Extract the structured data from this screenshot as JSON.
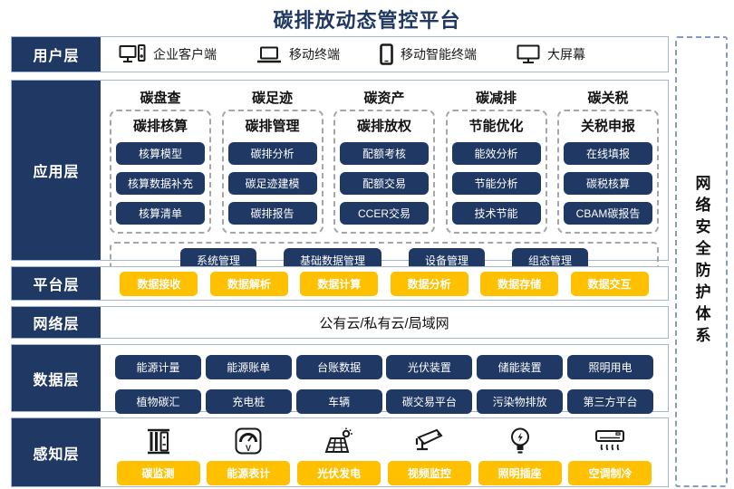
{
  "title": "碳排放动态管控平台",
  "colors": {
    "navy": "#1F3864",
    "yellow": "#FFC000",
    "row_border": "#A3B6D3",
    "dashed_gray": "#A6A6A6",
    "dashed_blue": "#7F9DC9"
  },
  "security_sidebar": {
    "label": "网络安全防护体系"
  },
  "layers": {
    "user": {
      "label": "用户层",
      "items": [
        {
          "icon": "desktop-pc-icon",
          "label": "企业客户端"
        },
        {
          "icon": "laptop-icon",
          "label": "移动终端"
        },
        {
          "icon": "smartphone-icon",
          "label": "移动智能终端"
        },
        {
          "icon": "monitor-icon",
          "label": "大屏幕"
        }
      ]
    },
    "application": {
      "label": "应用层",
      "columns": [
        {
          "header": "碳盘查",
          "subheader": "碳排核算",
          "buttons": [
            "核算模型",
            "核算数据补充",
            "核算清单"
          ]
        },
        {
          "header": "碳足迹",
          "subheader": "碳排管理",
          "buttons": [
            "碳排分析",
            "碳足迹建模",
            "碳排报告"
          ]
        },
        {
          "header": "碳资产",
          "subheader": "碳排放权",
          "buttons": [
            "配额考核",
            "配额交易",
            "CCER交易"
          ]
        },
        {
          "header": "碳减排",
          "subheader": "节能优化",
          "buttons": [
            "能效分析",
            "节能分析",
            "技术节能"
          ]
        },
        {
          "header": "碳关税",
          "subheader": "关税申报",
          "buttons": [
            "在线填报",
            "碳税核算",
            "CBAM碳报告"
          ]
        }
      ],
      "common_buttons": [
        "系统管理",
        "基础数据管理",
        "设备管理",
        "组态管理"
      ]
    },
    "platform": {
      "label": "平台层",
      "buttons": [
        "数据接收",
        "数据解析",
        "数据计算",
        "数据分析",
        "数据存储",
        "数据交互"
      ]
    },
    "network": {
      "label": "网络层",
      "text": "公有云/私有云/局域网"
    },
    "data": {
      "label": "数据层",
      "buttons": [
        "能源计量",
        "能源账单",
        "台账数据",
        "光伏装置",
        "储能装置",
        "照明用电",
        "植物碳汇",
        "充电桩",
        "车辆",
        "碳交易平台",
        "污染物排放",
        "第三方平台"
      ]
    },
    "perception": {
      "label": "感知层",
      "items": [
        {
          "icon": "carbon-monitor-icon",
          "label": "碳监测"
        },
        {
          "icon": "energy-meter-icon",
          "label": "能源表计"
        },
        {
          "icon": "solar-panel-icon",
          "label": "光伏发电"
        },
        {
          "icon": "cctv-camera-icon",
          "label": "视频监控"
        },
        {
          "icon": "light-bulb-icon",
          "label": "照明插座"
        },
        {
          "icon": "air-conditioner-icon",
          "label": "空调制冷"
        }
      ]
    }
  }
}
